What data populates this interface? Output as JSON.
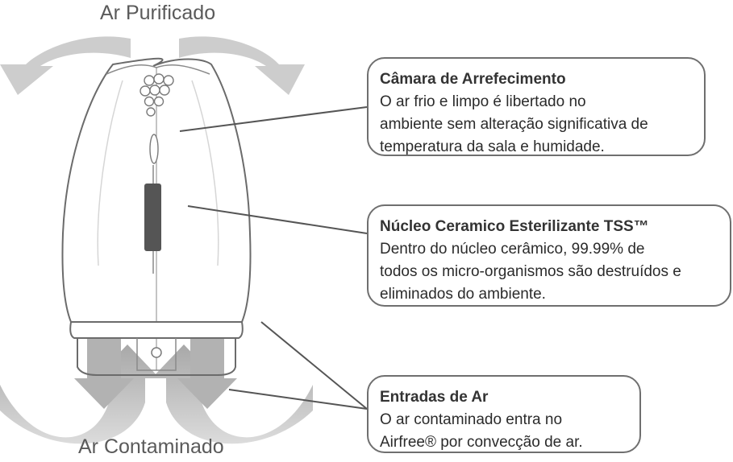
{
  "labels": {
    "top": "Ar Purificado",
    "bottom": "Ar Contaminado"
  },
  "callouts": [
    {
      "title": "Câmara de Arrefecimento",
      "lines": [
        "O ar frio e limpo é libertado no",
        "ambiente sem alteração significativa de",
        "temperatura da sala e humidade."
      ]
    },
    {
      "title": "Núcleo Ceramico Esterilizante TSS™",
      "lines": [
        "Dentro do núcleo cerâmico, 99.99% de",
        "todos os micro-organismos são destruídos e",
        "eliminados do ambiente."
      ]
    },
    {
      "title": "Entradas de Ar",
      "lines": [
        "O ar contaminado entra no",
        "Airfree® por convecção de ar."
      ]
    }
  ],
  "colors": {
    "arrow": "#cdcdcd",
    "device_outline": "#6b6b6b",
    "core": "#555555",
    "box_border": "#6f6f6f",
    "text": "#2b2b2b"
  }
}
